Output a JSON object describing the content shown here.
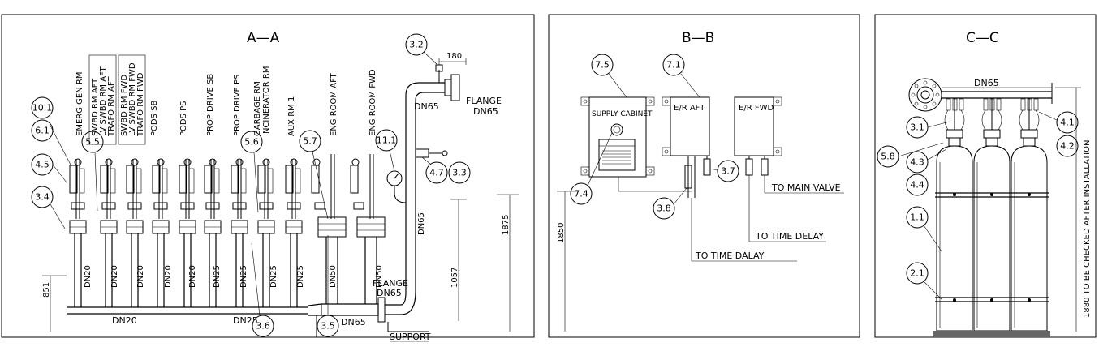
{
  "sections": {
    "aa": {
      "title": "A—A",
      "zones": [
        "EMERG GEN RM",
        "SWBD RM AFT",
        "LV SWBD RM AFT",
        "TRAFO RM AFT",
        "SWBD RM FWD",
        "LV SWBD RM FWD",
        "TRAFO RM FWD",
        "PODS SB",
        "PODS PS",
        "PROP DRIVE SB",
        "PROP DRIVE PS",
        "GARBAGE RM",
        "INCINERATOR RM",
        "AUX RM 1",
        "ENG ROOM AFT",
        "ENG ROOM FWD"
      ],
      "branch_sizes": [
        "DN20",
        "DN20",
        "DN20",
        "DN20",
        "DN20",
        "DN25",
        "DN25",
        "DN25",
        "DN25",
        "DN50",
        "DN50"
      ],
      "main_sizes": [
        "DN20",
        "DN25",
        "DN65",
        "DN65"
      ],
      "flange_top": "FLANGE",
      "flange_top_size": "DN65",
      "flange_bottom": "FLANGE",
      "flange_bottom_size": "DN65",
      "support": "SUPPORT",
      "top_pipe_size": "DN65",
      "dims": [
        "180",
        "1875",
        "1057",
        "851"
      ],
      "callouts": [
        "3.2",
        "10.1",
        "6.1",
        "4.5",
        "3.4",
        "5.5",
        "5.6",
        "5.7",
        "11.1",
        "4.7",
        "3.3",
        "3.6",
        "3.5"
      ]
    },
    "bb": {
      "title": "B—B",
      "cabinet_label": "SUPPLY CABINET",
      "instruction_label": "INSTRUCTION",
      "box_aft": "E/R AFT",
      "box_fwd": "E/R FWD",
      "to_main_valve": "TO MAIN VALVE",
      "to_time_delay": "TO TIME DELAY",
      "to_time_dalay": "TO TIME DALAY",
      "dim": "1850",
      "callouts": [
        "7.5",
        "7.1",
        "3.7",
        "3.8",
        "7.4"
      ]
    },
    "cc": {
      "title": "C—C",
      "header_size": "DN65",
      "note": "1880 TO BE CHECKED AFTER INSTALLATION",
      "callouts": [
        "3.1",
        "4.1",
        "4.2",
        "5.8",
        "4.3",
        "4.4",
        "1.1",
        "2.1"
      ]
    }
  }
}
